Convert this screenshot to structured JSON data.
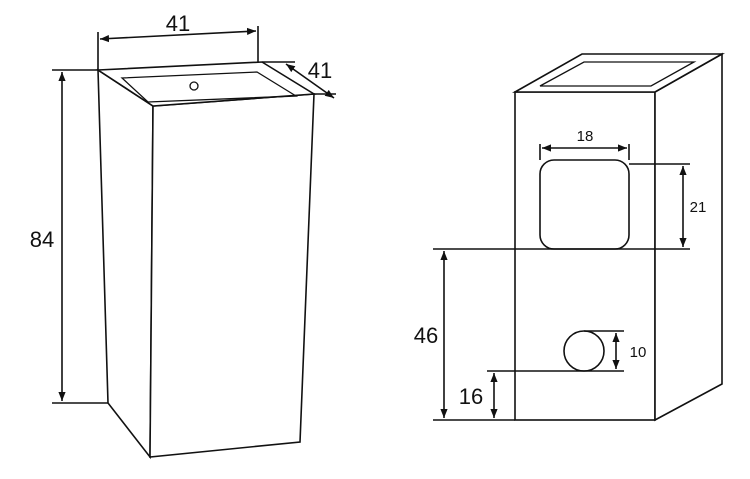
{
  "left_view": {
    "width_label": "41",
    "depth_label": "41",
    "height_label": "84"
  },
  "right_view": {
    "opening_width_label": "18",
    "opening_height_label": "21",
    "opening_bottom_height_label": "46",
    "pipe_diameter_label": "10",
    "pipe_center_height_label": "16"
  }
}
